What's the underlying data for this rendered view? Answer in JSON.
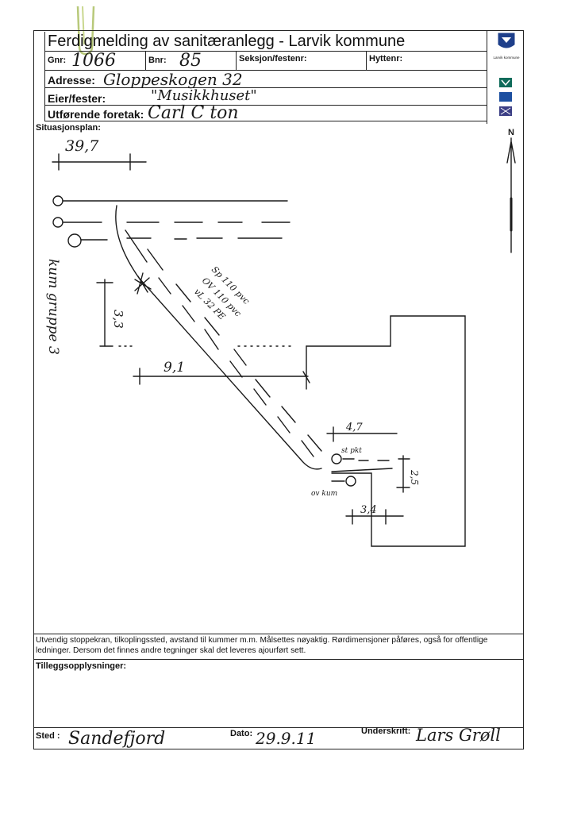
{
  "form": {
    "title": "Ferdigmelding av sanitæranlegg - Larvik kommune",
    "gnr_label": "Gnr:",
    "gnr_value": "1066",
    "bnr_label": "Bnr:",
    "bnr_value": "85",
    "seksjon_label": "Seksjon/festenr:",
    "hytte_label": "Hyttenr:",
    "adresse_label": "Adresse:",
    "adresse_value": "Gloppeskogen 32",
    "eier_label": "Eier/fester:",
    "eier_value": "\"Musikkhuset\"",
    "utforende_label": "Utførende foretak:",
    "utforende_value": "Carl C ton",
    "situasjonsplan_label": "Situasjonsplan:",
    "instructions": "Utvendig stoppekran, tilkoplingssted, avstand til kummer m.m. Målsettes nøyaktig. Rørdimensjoner påføres, også for offentlige ledninger. Dersom det finnes andre tegninger skal det leveres ajourført sett.",
    "tillegg_label": "Tilleggsopplysninger:",
    "sted_label": "Sted :",
    "sted_value": "Sandefjord",
    "dato_label": "Dato:",
    "dato_value": "29.9.11",
    "underskrift_label": "Underskrift:",
    "underskrift_value": "Lars Grøll",
    "logo_text": "Larvik kommune"
  },
  "sketch": {
    "north": "N",
    "dim_top": "39,7",
    "dim_vertical": "3,3",
    "dim_horizontal": "9,1",
    "dim_right": "4,7",
    "dim_small_v": "2,5",
    "dim_bottom": "3,4",
    "pipe_label_1": "Sp 110 pvc",
    "pipe_label_2": "OV 110 pvc",
    "pipe_label_3": "vL 32 PE",
    "side_text": "kum gruppe 3",
    "label_stpkt": "st pkt",
    "label_ovkum": "ov kum"
  }
}
